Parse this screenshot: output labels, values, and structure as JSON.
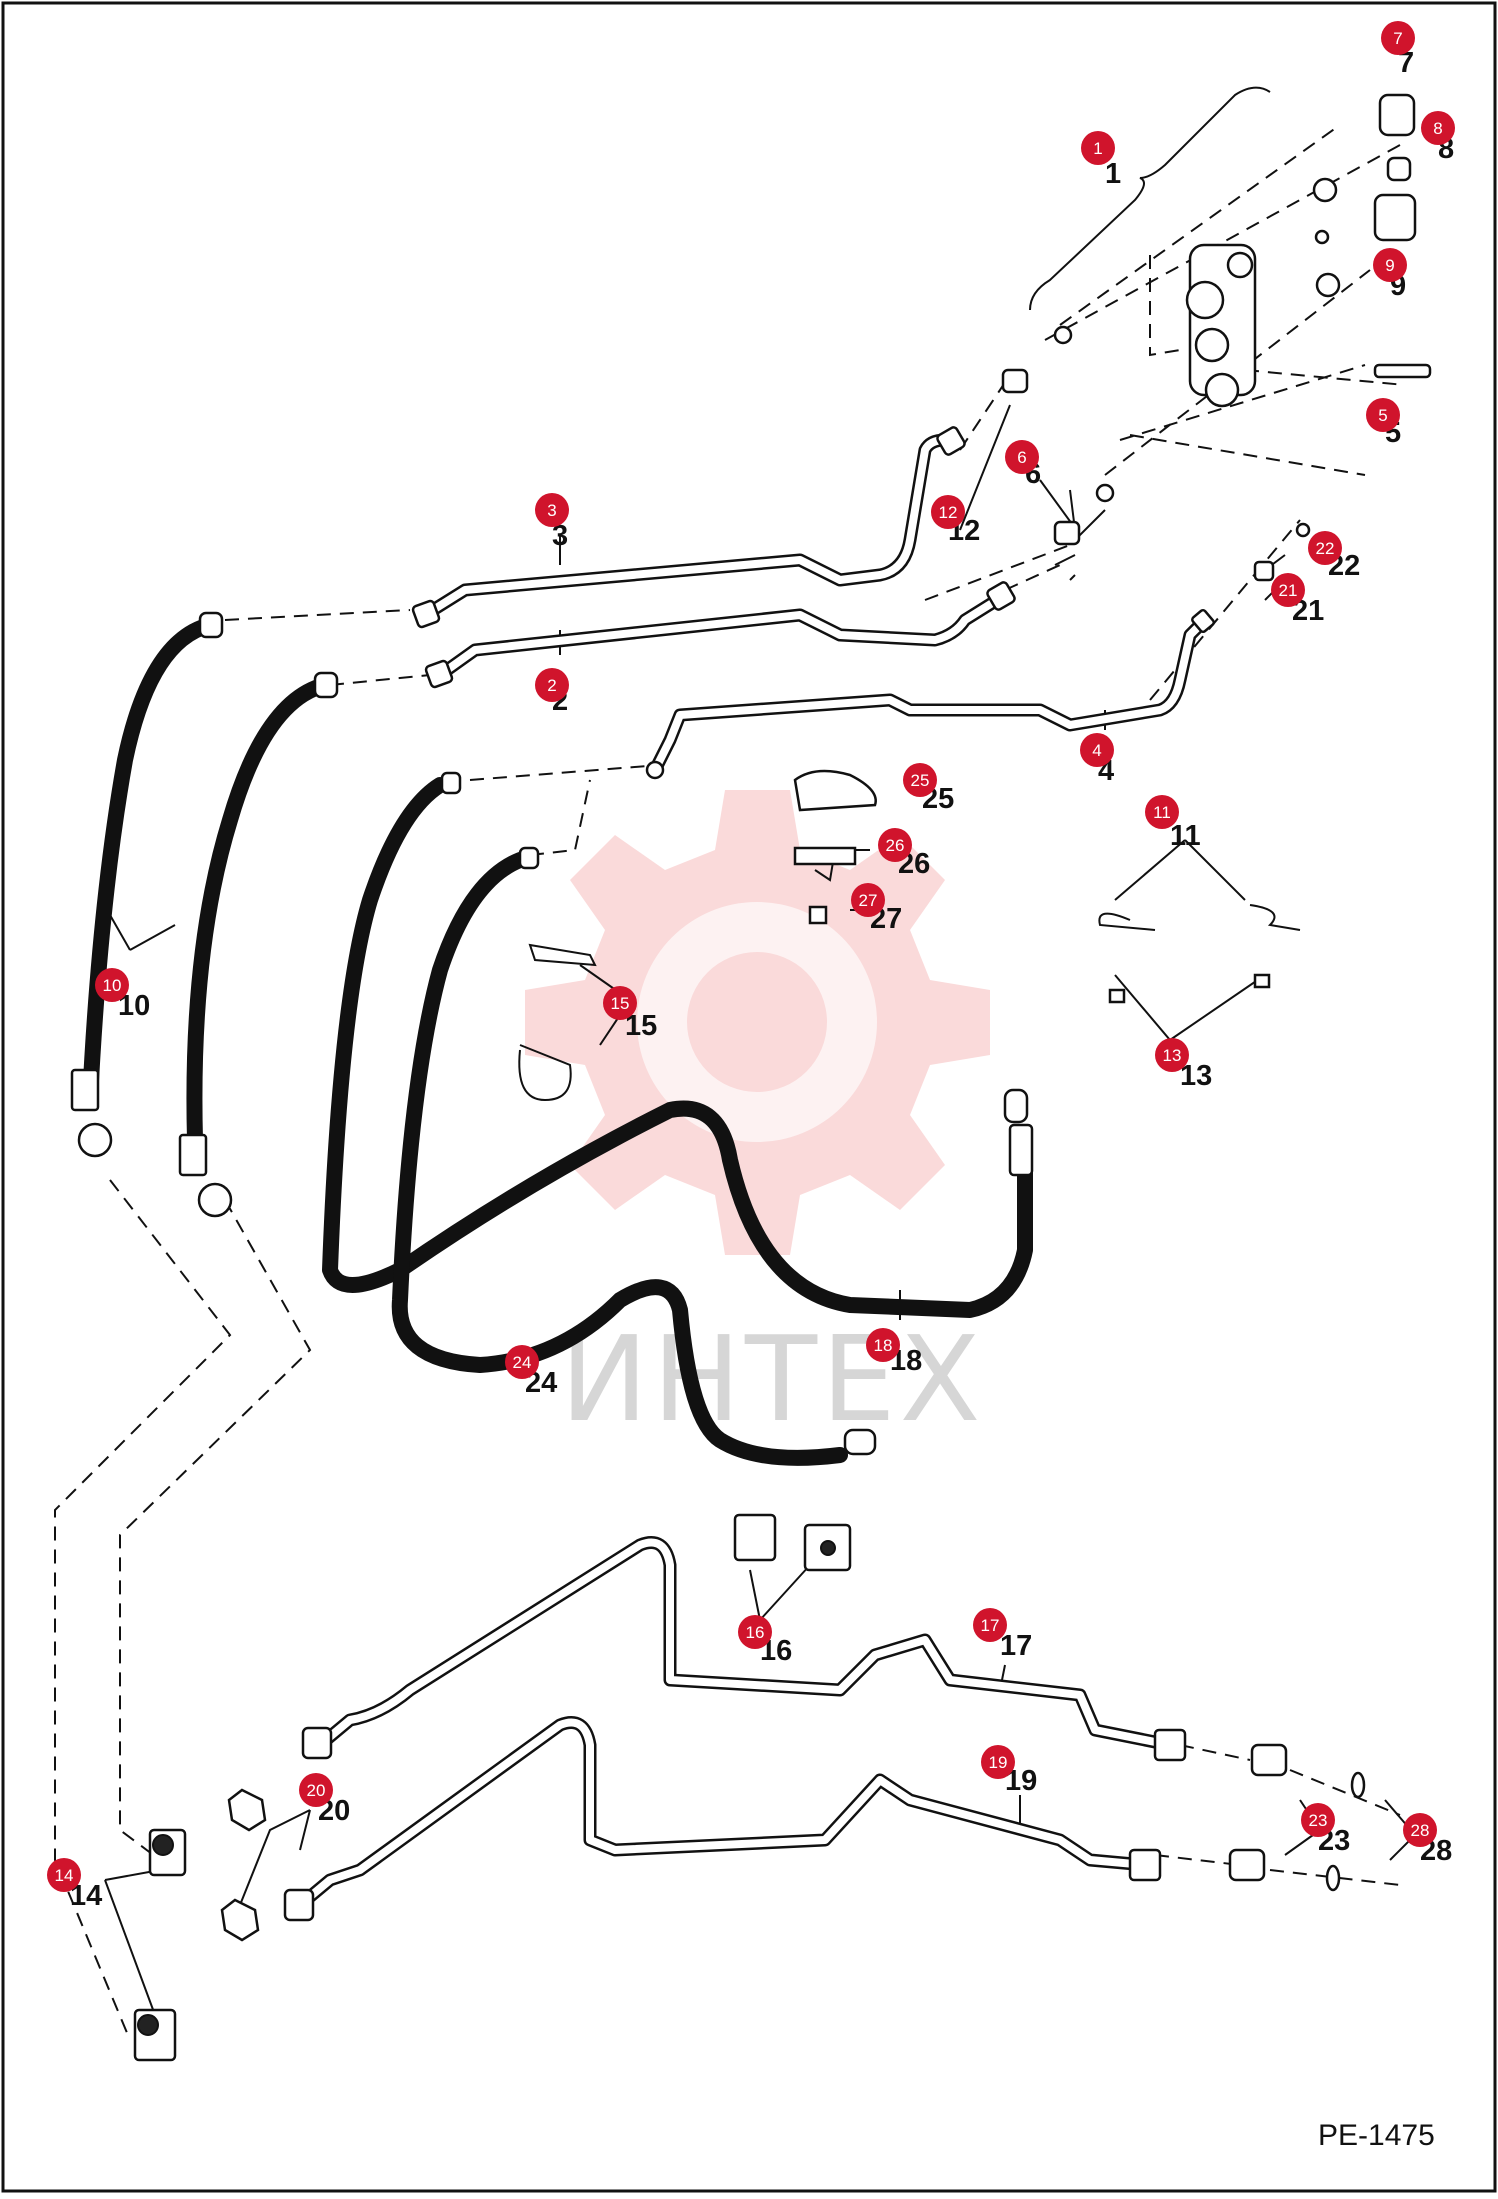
{
  "diagram": {
    "watermark": "ИНТЕХ",
    "drawing_code": "PE-1475",
    "badge_color": "#d0142c",
    "callouts": [
      "1",
      "2",
      "3",
      "4",
      "5",
      "6",
      "7",
      "8",
      "9",
      "10",
      "11",
      "12",
      "13",
      "14",
      "15",
      "16",
      "17",
      "18",
      "19",
      "20",
      "21",
      "22",
      "23",
      "24",
      "25",
      "26",
      "27",
      "28"
    ]
  }
}
